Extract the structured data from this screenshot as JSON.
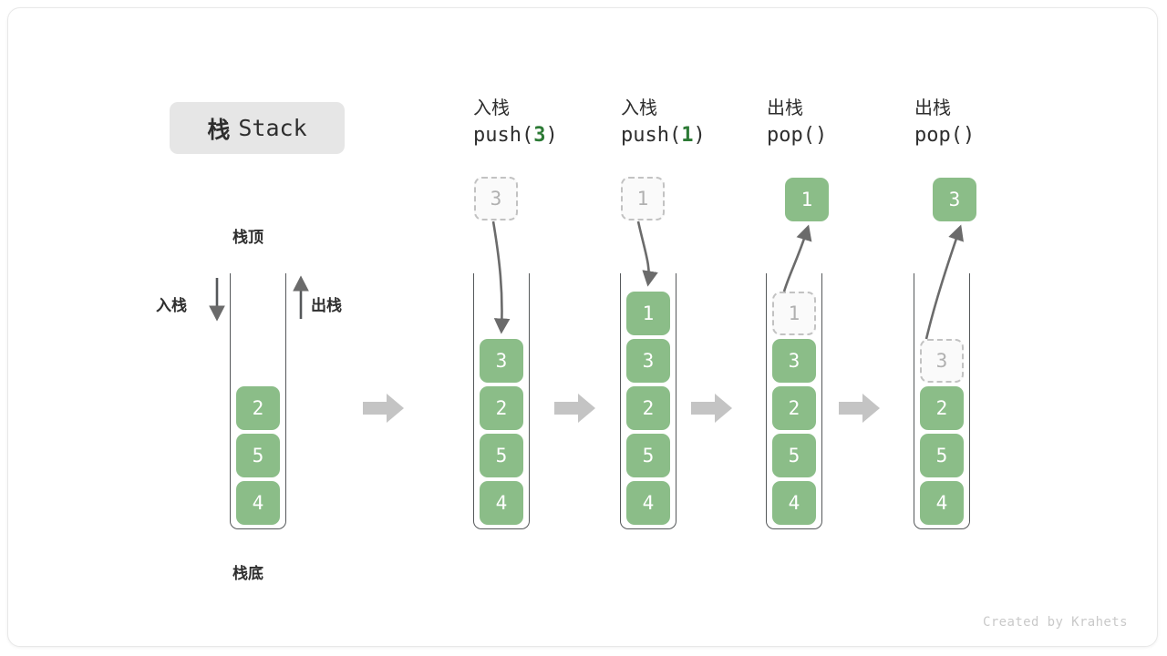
{
  "title": {
    "cn": "栈",
    "en": "Stack"
  },
  "labels": {
    "top": "栈顶",
    "bottom": "栈底",
    "push": "入栈",
    "pop": "出栈"
  },
  "footer": "Created by Krahets",
  "colors": {
    "element_fill": "#8bbd88",
    "element_text": "#ffffff",
    "ghost_fill": "#fafafa",
    "ghost_border": "#c2c2c2",
    "ghost_text": "#b0b0b0",
    "tube_stroke": "#55585a",
    "arrow_gray": "#5c5c5c",
    "flow_arrow": "#c4c4c4",
    "chip_bg": "#e6e6e6",
    "accent_green": "#2c7a35",
    "panel_border": "#e8e8e8",
    "footer_text": "#c9c9c9"
  },
  "columns": [
    {
      "id": "initial",
      "header": null,
      "floating": null,
      "stack": [
        "2",
        "5",
        "4"
      ],
      "ghost_top": null
    },
    {
      "id": "push-3",
      "header": {
        "op_cn": "入栈",
        "code_prefix": "push(",
        "arg": "3",
        "code_suffix": ")"
      },
      "floating": {
        "value": "3",
        "style": "ghost"
      },
      "stack": [
        "3",
        "2",
        "5",
        "4"
      ],
      "ghost_top": null
    },
    {
      "id": "push-1",
      "header": {
        "op_cn": "入栈",
        "code_prefix": "push(",
        "arg": "1",
        "code_suffix": ")"
      },
      "floating": {
        "value": "1",
        "style": "ghost"
      },
      "stack": [
        "1",
        "3",
        "2",
        "5",
        "4"
      ],
      "ghost_top": null
    },
    {
      "id": "pop-1",
      "header": {
        "op_cn": "出栈",
        "code_prefix": "pop(",
        "arg": "",
        "code_suffix": ")"
      },
      "floating": {
        "value": "1",
        "style": "filled"
      },
      "stack": [
        "3",
        "2",
        "5",
        "4"
      ],
      "ghost_top": "1"
    },
    {
      "id": "pop-3",
      "header": {
        "op_cn": "出栈",
        "code_prefix": "pop(",
        "arg": "",
        "code_suffix": ")"
      },
      "floating": {
        "value": "3",
        "style": "filled"
      },
      "stack": [
        "2",
        "5",
        "4"
      ],
      "ghost_top": "3"
    }
  ]
}
